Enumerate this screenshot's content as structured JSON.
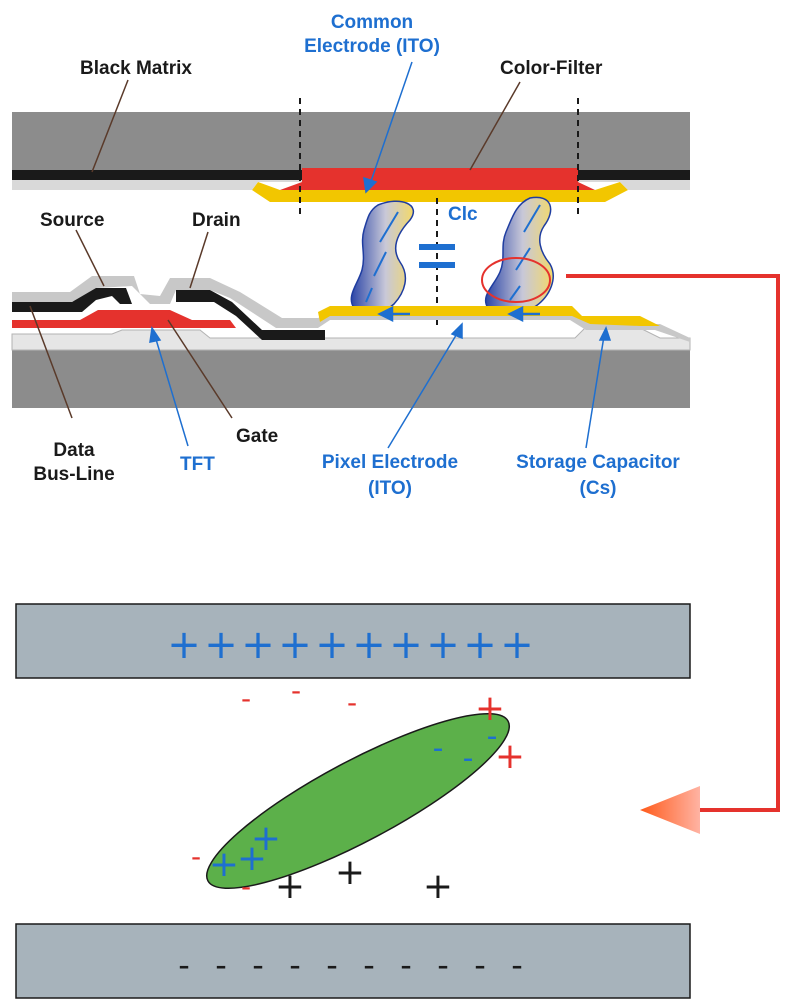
{
  "top_diagram": {
    "labels": {
      "black_matrix": "Black Matrix",
      "common_electrode_line1": "Common",
      "common_electrode_line2": "Electrode (ITO)",
      "color_filter": "Color-Filter",
      "source": "Source",
      "drain": "Drain",
      "clc": "Clc",
      "data_bus_line1": "Data",
      "data_bus_line2": "Bus-Line",
      "gate": "Gate",
      "tft": "TFT",
      "pixel_electrode_line1": "Pixel Electrode",
      "pixel_electrode_line2": "(ITO)",
      "storage_capacitor_line1": "Storage Capacitor",
      "storage_capacitor_line2": "(Cs)"
    }
  },
  "bottom_diagram": {
    "top_plate_charges": [
      "+",
      "+",
      "+",
      "+",
      "+",
      "+",
      "+",
      "+",
      "+",
      "+"
    ],
    "bottom_plate_charges": [
      "-",
      "-",
      "-",
      "-",
      "-",
      "-",
      "-",
      "-",
      "-",
      "-"
    ],
    "free_negative_charges": [
      "-",
      "-",
      "-"
    ],
    "ellipse_top_negative": [
      "-",
      "-",
      "-"
    ],
    "ellipse_top_positive": [
      "+",
      "+"
    ],
    "ellipse_bottom_positive": [
      "+",
      "+",
      "+"
    ],
    "ellipse_bottom_negative": [
      "-",
      "-"
    ],
    "free_positive_charges": [
      "+",
      "+",
      "+"
    ]
  },
  "colors": {
    "plate_gray": "#8c8c8c",
    "plate_blue_gray": "#a7b3bb",
    "blue": "#1e6fd0",
    "red": "#e5322d",
    "yellow": "#f2c600",
    "green": "#5cb04a",
    "black": "#1a1a1a"
  }
}
